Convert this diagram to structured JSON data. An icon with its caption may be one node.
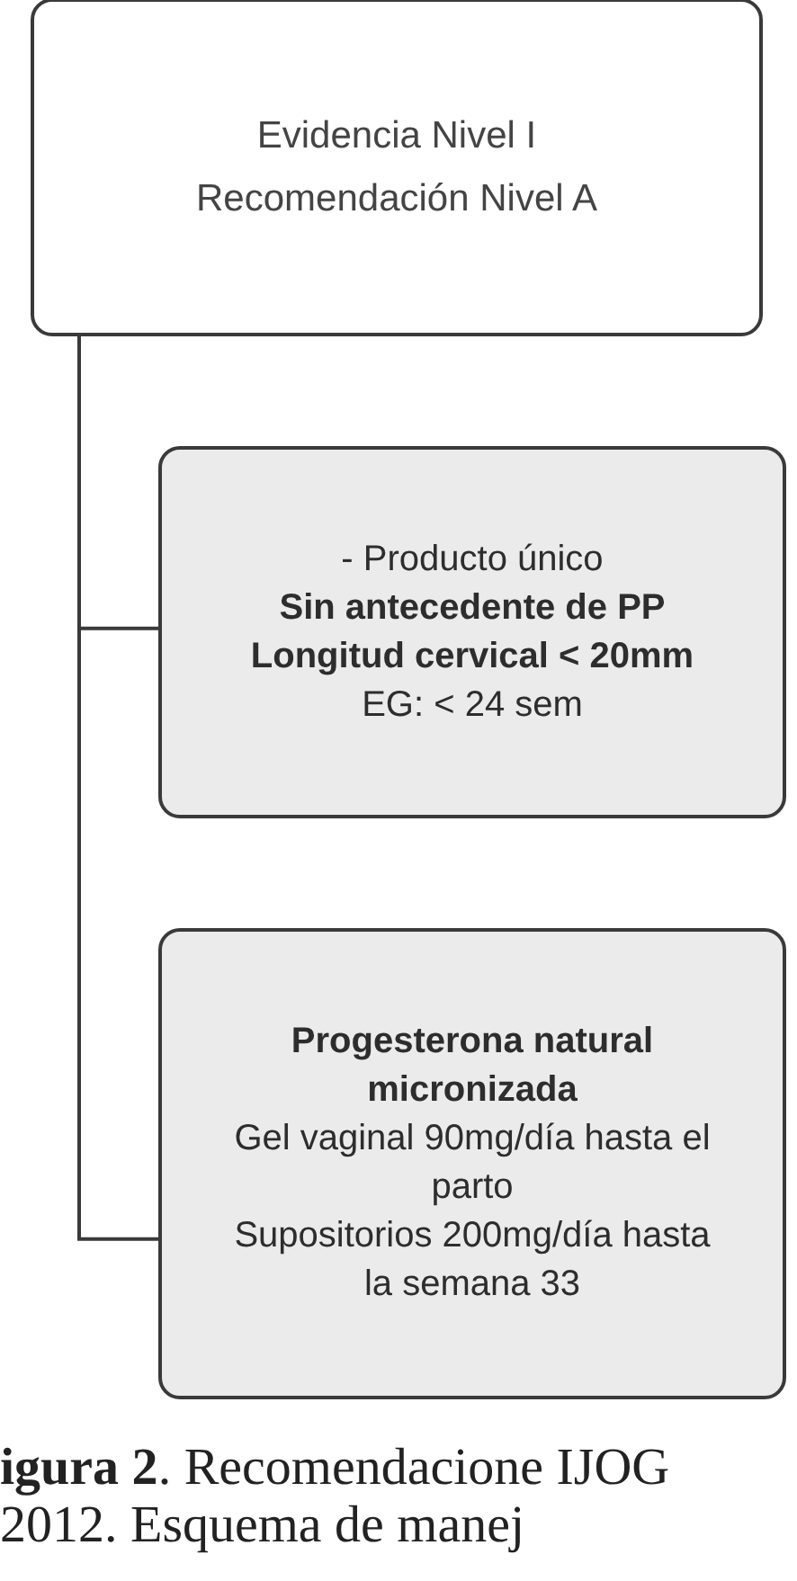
{
  "diagram": {
    "caption": "**igura 2**. Recomendacione IJOG 2012. Esquema de manej",
    "nodes": [
      {
        "text": [
          "Evidencia Nivel I",
          "Recomendación Nivel A"
        ]
      },
      {
        "text": [
          "- Producto único",
          "Sin antecedente de PP",
          "Longitud cervical < 20mm",
          "EG: < 24 sem"
        ]
      },
      {
        "text": [
          "Progesterona natural micronizada",
          "Gel vaginal 90mg/día hasta el parto",
          "Supositorios 200mg/día hasta la semana 33"
        ]
      }
    ],
    "edges": [
      {
        "from": 0,
        "to": 1,
        "arrow": "none"
      },
      {
        "from": 0,
        "to": 2,
        "arrow": "none"
      }
    ]
  }
}
